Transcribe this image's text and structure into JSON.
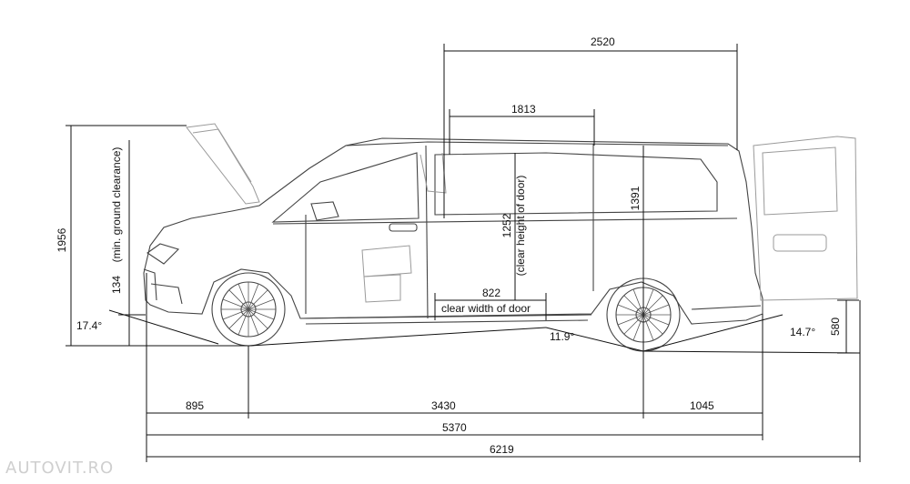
{
  "dimensions": {
    "cargo_length_top": "2520",
    "cargo_length_mid": "1813",
    "clear_door_height_value": "1252",
    "clear_door_height_label": "(clear height of door)",
    "interior_height": "1391",
    "clear_door_width_value": "822",
    "clear_door_width_label": "clear width of door",
    "overall_height": "1956",
    "ground_clearance_value": "134",
    "ground_clearance_label": "(min. ground clearance)",
    "approach_angle": "17.4°",
    "ramp_angle": "11.9°",
    "departure_angle": "14.7°",
    "load_sill_height": "580",
    "front_overhang": "895",
    "wheelbase": "3430",
    "rear_overhang": "1045",
    "overall_length": "5370",
    "length_door_open": "6219"
  },
  "watermark": "AUTOVIT.RO"
}
